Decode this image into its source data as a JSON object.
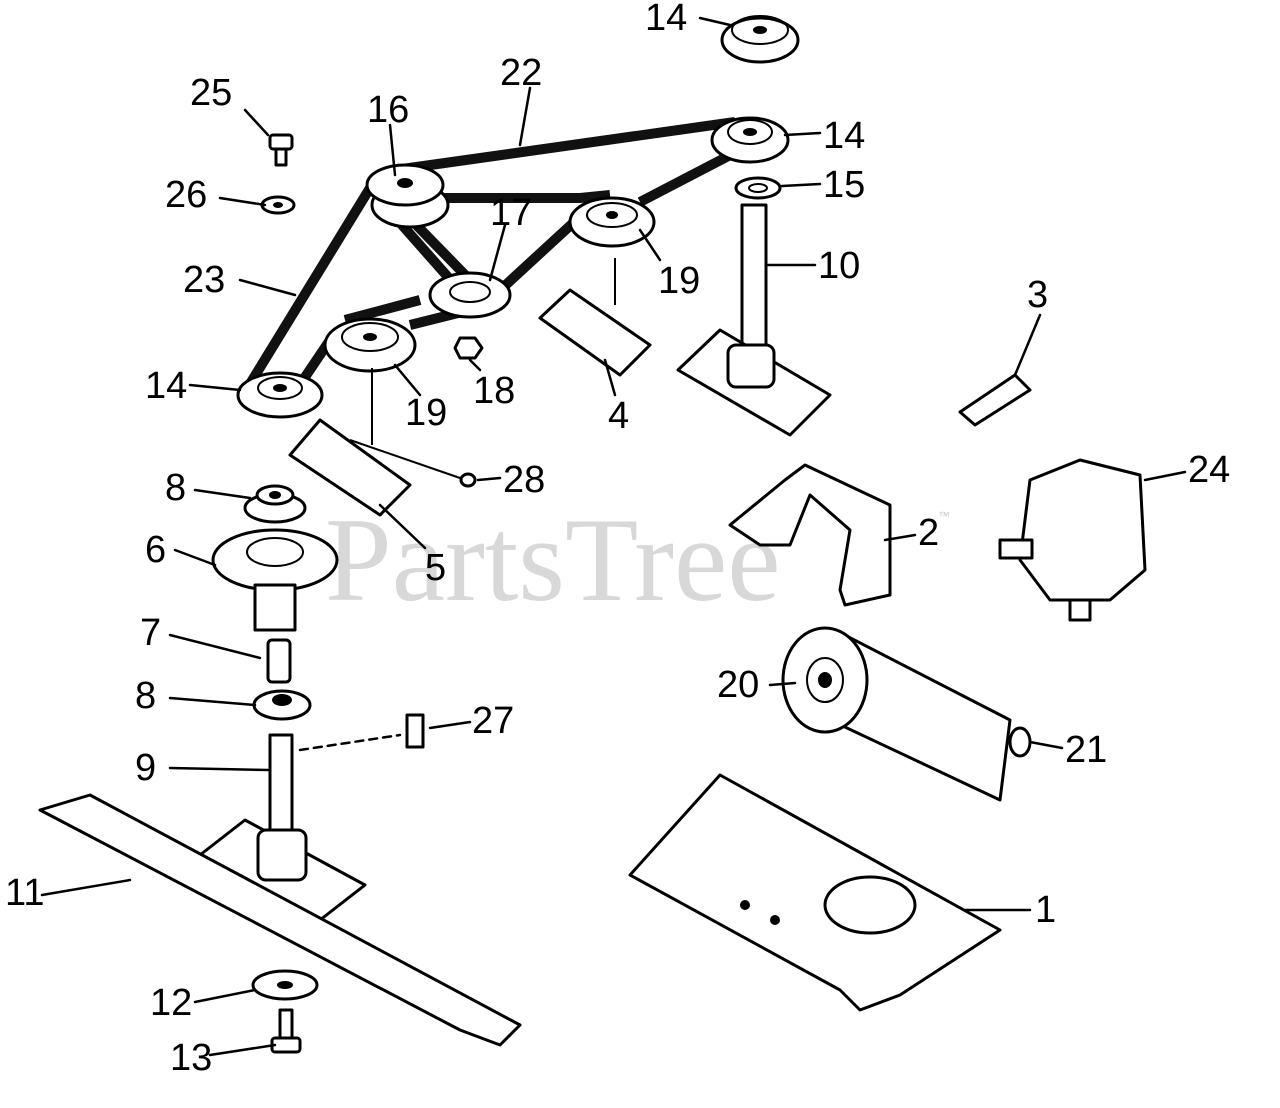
{
  "watermark": {
    "text": "PartsTree",
    "mark": "™"
  },
  "labels": {
    "p1": "1",
    "p2": "2",
    "p3": "3",
    "p4": "4",
    "p5": "5",
    "p6": "6",
    "p7": "7",
    "p8a": "8",
    "p8b": "8",
    "p9": "9",
    "p10": "10",
    "p11": "11",
    "p12": "12",
    "p13": "13",
    "p14a": "14",
    "p14b": "14",
    "p14c": "14",
    "p15": "15",
    "p16": "16",
    "p17": "17",
    "p18": "18",
    "p19a": "19",
    "p19b": "19",
    "p20": "20",
    "p21": "21",
    "p22": "22",
    "p23": "23",
    "p24": "24",
    "p25": "25",
    "p26": "26",
    "p27": "27",
    "p28": "28"
  }
}
